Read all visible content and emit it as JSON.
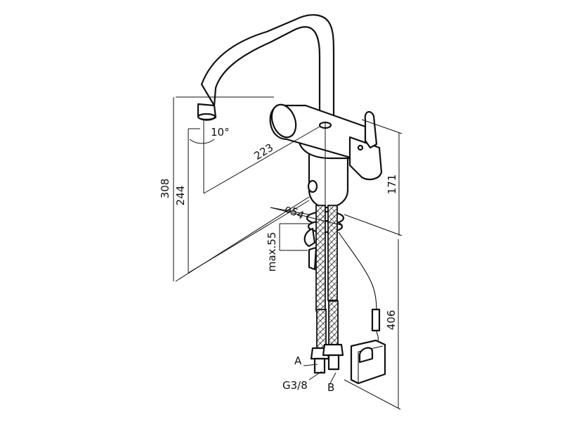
{
  "dimensions": {
    "overall_height": "308",
    "spout_height": "244",
    "spout_reach": "223",
    "swivel_angle": "10°",
    "body_height": "171",
    "body_diameter": "ø54",
    "max_counter_thickness": "max.55",
    "hose_length": "406"
  },
  "callouts": {
    "hose_a": "A",
    "hose_b": "B",
    "thread": "G3/8"
  }
}
